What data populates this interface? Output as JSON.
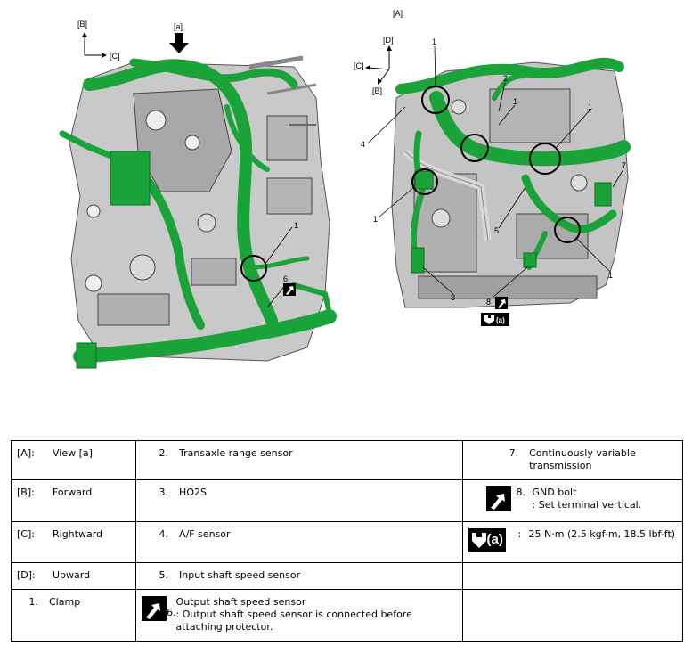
{
  "figure": {
    "left": {
      "view_label": "[a]",
      "axis_b": "[B]",
      "axis_c": "[C]",
      "callouts": [
        "1",
        "6"
      ]
    },
    "right": {
      "view_label": "[A]",
      "axis_d": "[D]",
      "axis_c": "[C]",
      "axis_b": "[B]",
      "callouts": [
        "1",
        "2",
        "1",
        "1",
        "4",
        "7",
        "1",
        "5",
        "1",
        "3",
        "8"
      ],
      "torque_tag": "(a)"
    },
    "colors": {
      "harness": "#1aa339",
      "engine": "#9a9a9a",
      "outline": "#000000"
    }
  },
  "legend": {
    "rows": [
      {
        "c1": {
          "key": "[A]:",
          "text": "View [a]"
        },
        "c2": {
          "key": "2.",
          "text": "Transaxle range sensor"
        },
        "c3": {
          "key": "7.",
          "text": "Continuously variable transmission"
        }
      },
      {
        "c1": {
          "key": "[B]:",
          "text": "Forward"
        },
        "c2": {
          "key": "3.",
          "text": "HO2S"
        },
        "c3": {
          "key": "8.",
          "text": "GND bolt",
          "note": ": Set terminal vertical.",
          "icon": "grease-icon"
        }
      },
      {
        "c1": {
          "key": "[C]:",
          "text": "Rightward"
        },
        "c2": {
          "key": "4.",
          "text": "A/F sensor"
        },
        "c3": {
          "key": ":",
          "text": "25 N·m (2.5 kgf-m, 18.5 lbf-ft)",
          "icon": "torque-icon",
          "icon_text": "(a)"
        }
      },
      {
        "c1": {
          "key": "[D]:",
          "text": "Upward"
        },
        "c2": {
          "key": "5.",
          "text": "Input shaft speed sensor"
        },
        "c3": {
          "key": "",
          "text": ""
        }
      },
      {
        "c1": {
          "key": "1.",
          "text": "Clamp"
        },
        "c2": {
          "key": "6.",
          "text": "Output shaft speed sensor",
          "note": ": Output shaft speed sensor is connected before attaching protector.",
          "icon": "grease-icon"
        },
        "c3": {
          "key": "",
          "text": ""
        }
      }
    ]
  }
}
